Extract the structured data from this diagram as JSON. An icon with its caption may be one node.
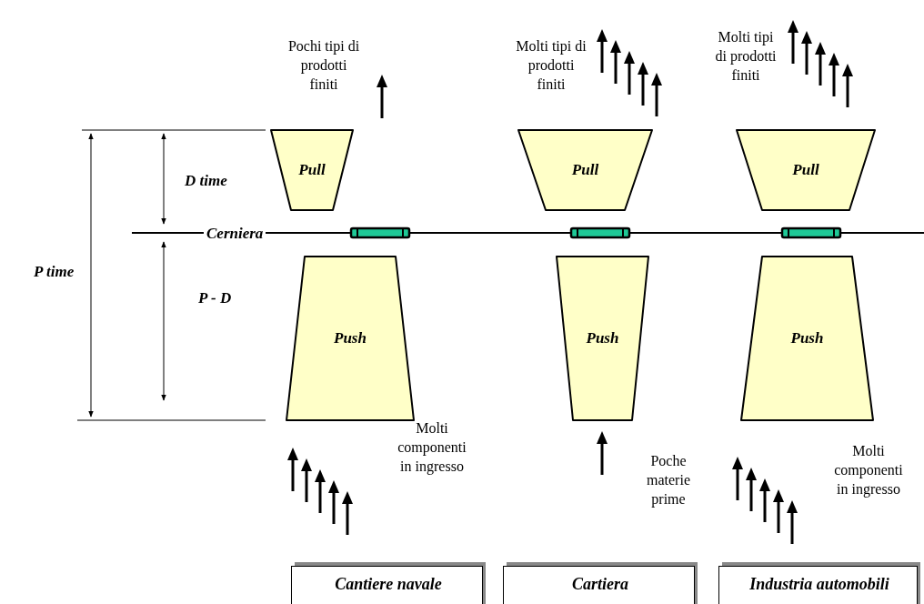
{
  "diagram": {
    "nodes": [
      {
        "text": [
          "Pull"
        ]
      },
      {
        "text": [
          "Pull"
        ]
      },
      {
        "text": [
          "Pull"
        ]
      },
      {
        "text": [
          "Push"
        ]
      },
      {
        "text": [
          "Push"
        ]
      },
      {
        "text": [
          "Push"
        ]
      },
      {
        "text": [
          "Cantiere navale"
        ]
      },
      {
        "text": [
          "Cartiera"
        ]
      },
      {
        "text": [
          "Industria automobili"
        ]
      }
    ],
    "labels": [
      "Pochi tipi di prodotti finiti",
      "Molti tipi di prodotti finiti",
      "Molti tipi di prodotti finiti",
      "D time",
      "Cerniera",
      "P time",
      "P - D",
      "Molti componenti in ingresso",
      "Poche materie prime",
      "Molti componenti in ingresso"
    ]
  }
}
